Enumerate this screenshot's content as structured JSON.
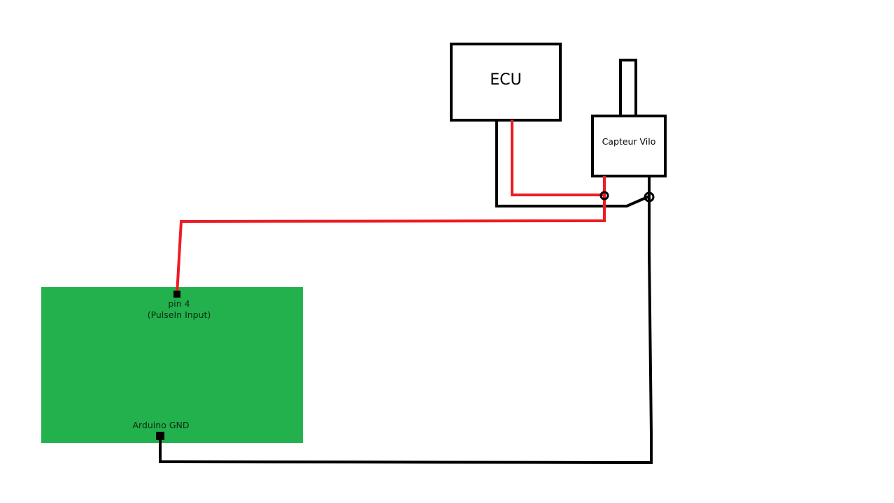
{
  "diagram": {
    "ecu": {
      "label": "ECU"
    },
    "sensor": {
      "label": "Capteur Vilo"
    },
    "arduino": {
      "color": "#22b14c",
      "pin4_label": "pin 4",
      "pin4_sublabel": "(PulseIn Input)",
      "gnd_label": "Arduino GND"
    },
    "wires": {
      "signal_color": "#ed1c24",
      "ground_color": "#000000"
    }
  }
}
